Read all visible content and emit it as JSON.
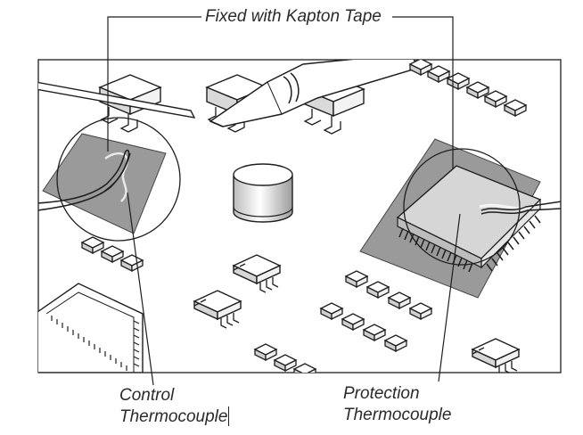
{
  "labels": {
    "kapton": "Fixed with Kapton Tape",
    "control_line1": "Control",
    "control_line2": "Thermocouple",
    "protection_line1": "Protection",
    "protection_line2": "Thermocouple"
  },
  "colors": {
    "ink": "#1e1e1e",
    "tape": "#9a9a9a",
    "chip_top": "#d6d6d6",
    "background": "#ffffff"
  }
}
